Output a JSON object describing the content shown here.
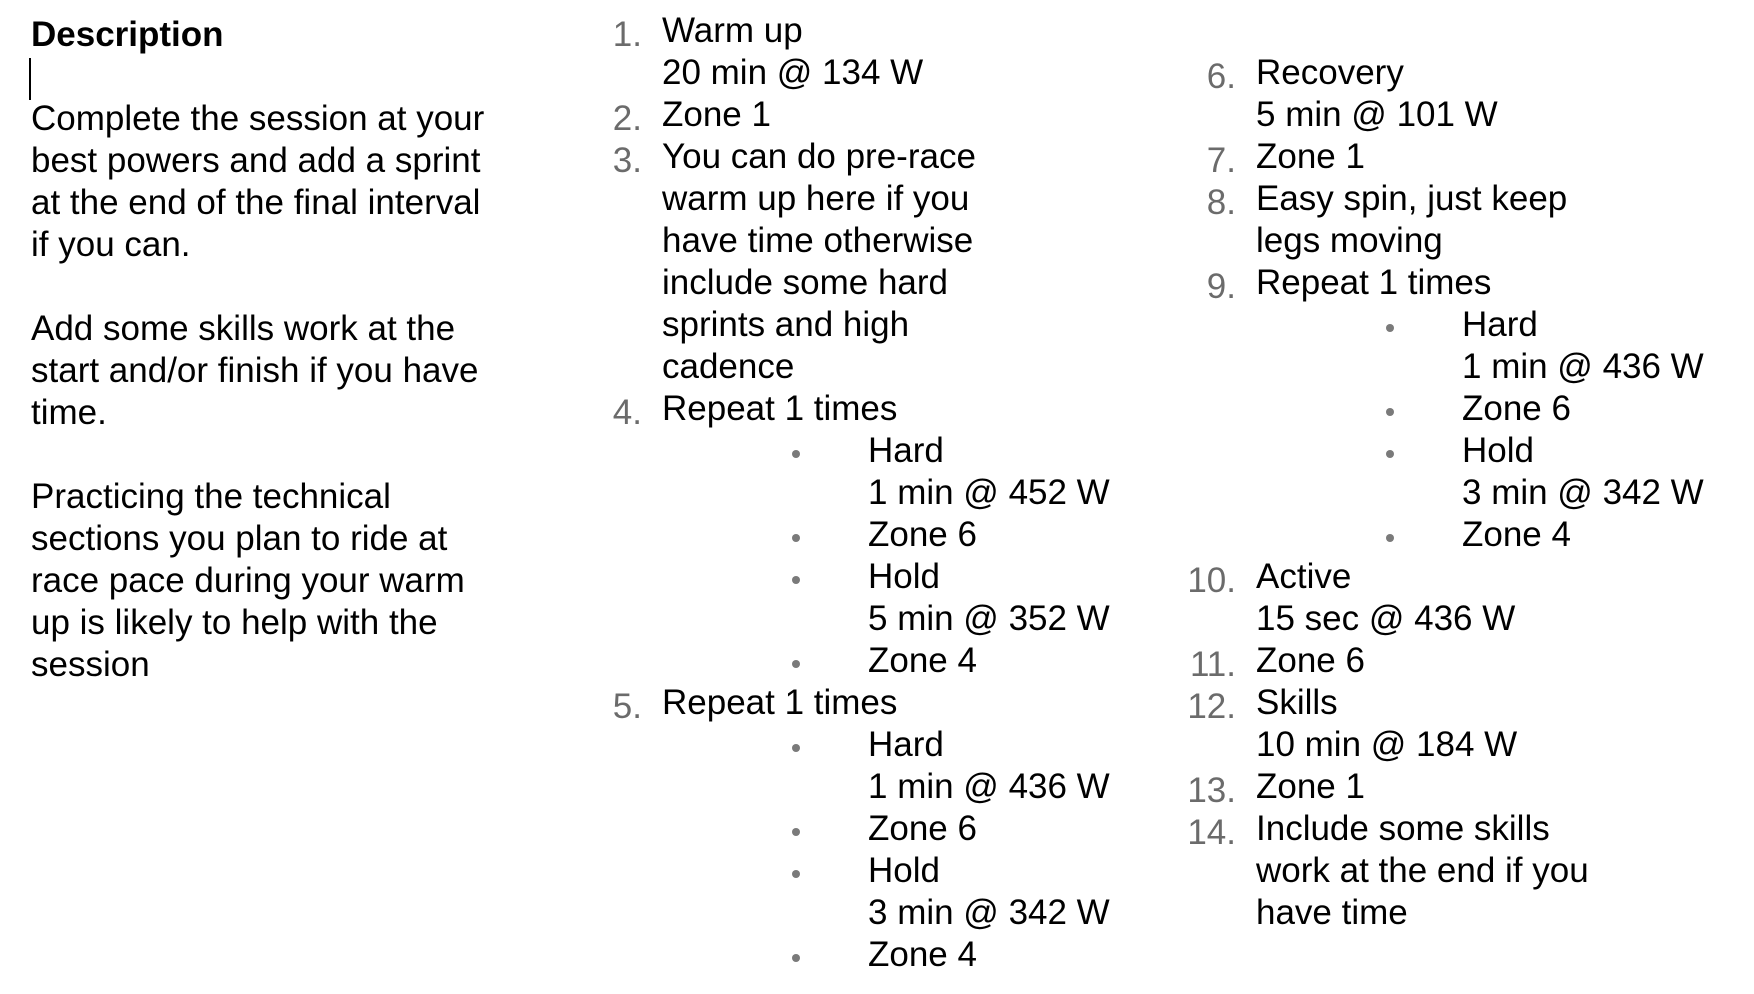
{
  "description": {
    "heading": "Description",
    "paragraphs": [
      "Complete the session at your\nbest powers and add a sprint\nat the end of the final interval\nif you can.",
      "Add some skills work at the\nstart and/or finish if you have\ntime.",
      "Practicing the technical\nsections you plan to ride at\nrace pace during your warm\nup is likely to help with the\nsession"
    ]
  },
  "steps": [
    {
      "num": "1.",
      "text": "Warm up\n20 min @ 134 W"
    },
    {
      "num": "2.",
      "text": "Zone 1"
    },
    {
      "num": "3.",
      "text": "You can do pre-race\nwarm up here if you\nhave time otherwise\ninclude some hard\nsprints and high\ncadence"
    },
    {
      "num": "4.",
      "text": "Repeat 1 times",
      "sub": [
        "Hard\n1 min @ 452 W",
        "Zone 6",
        "Hold\n5 min @ 352 W",
        "Zone 4"
      ]
    },
    {
      "num": "5.",
      "text": "Repeat 1 times",
      "sub": [
        "Hard\n1 min @ 436 W",
        "Zone 6",
        "Hold\n3 min @ 342 W",
        "Zone 4"
      ]
    },
    {
      "num": "6.",
      "text": "Recovery\n5 min @ 101 W"
    },
    {
      "num": "7.",
      "text": "Zone 1"
    },
    {
      "num": "8.",
      "text": "Easy spin, just keep\nlegs moving"
    },
    {
      "num": "9.",
      "text": "Repeat 1 times",
      "sub": [
        "Hard\n1 min @ 436 W",
        "Zone 6",
        "Hold\n3 min @ 342 W",
        "Zone 4"
      ]
    },
    {
      "num": "10.",
      "text": "Active\n15 sec @ 436 W"
    },
    {
      "num": "11.",
      "text": "Zone 6"
    },
    {
      "num": "12.",
      "text": "Skills\n10 min @ 184 W"
    },
    {
      "num": "13.",
      "text": "Zone 1"
    },
    {
      "num": "14.",
      "text": "Include some skills\nwork at the end if you\nhave time"
    }
  ]
}
